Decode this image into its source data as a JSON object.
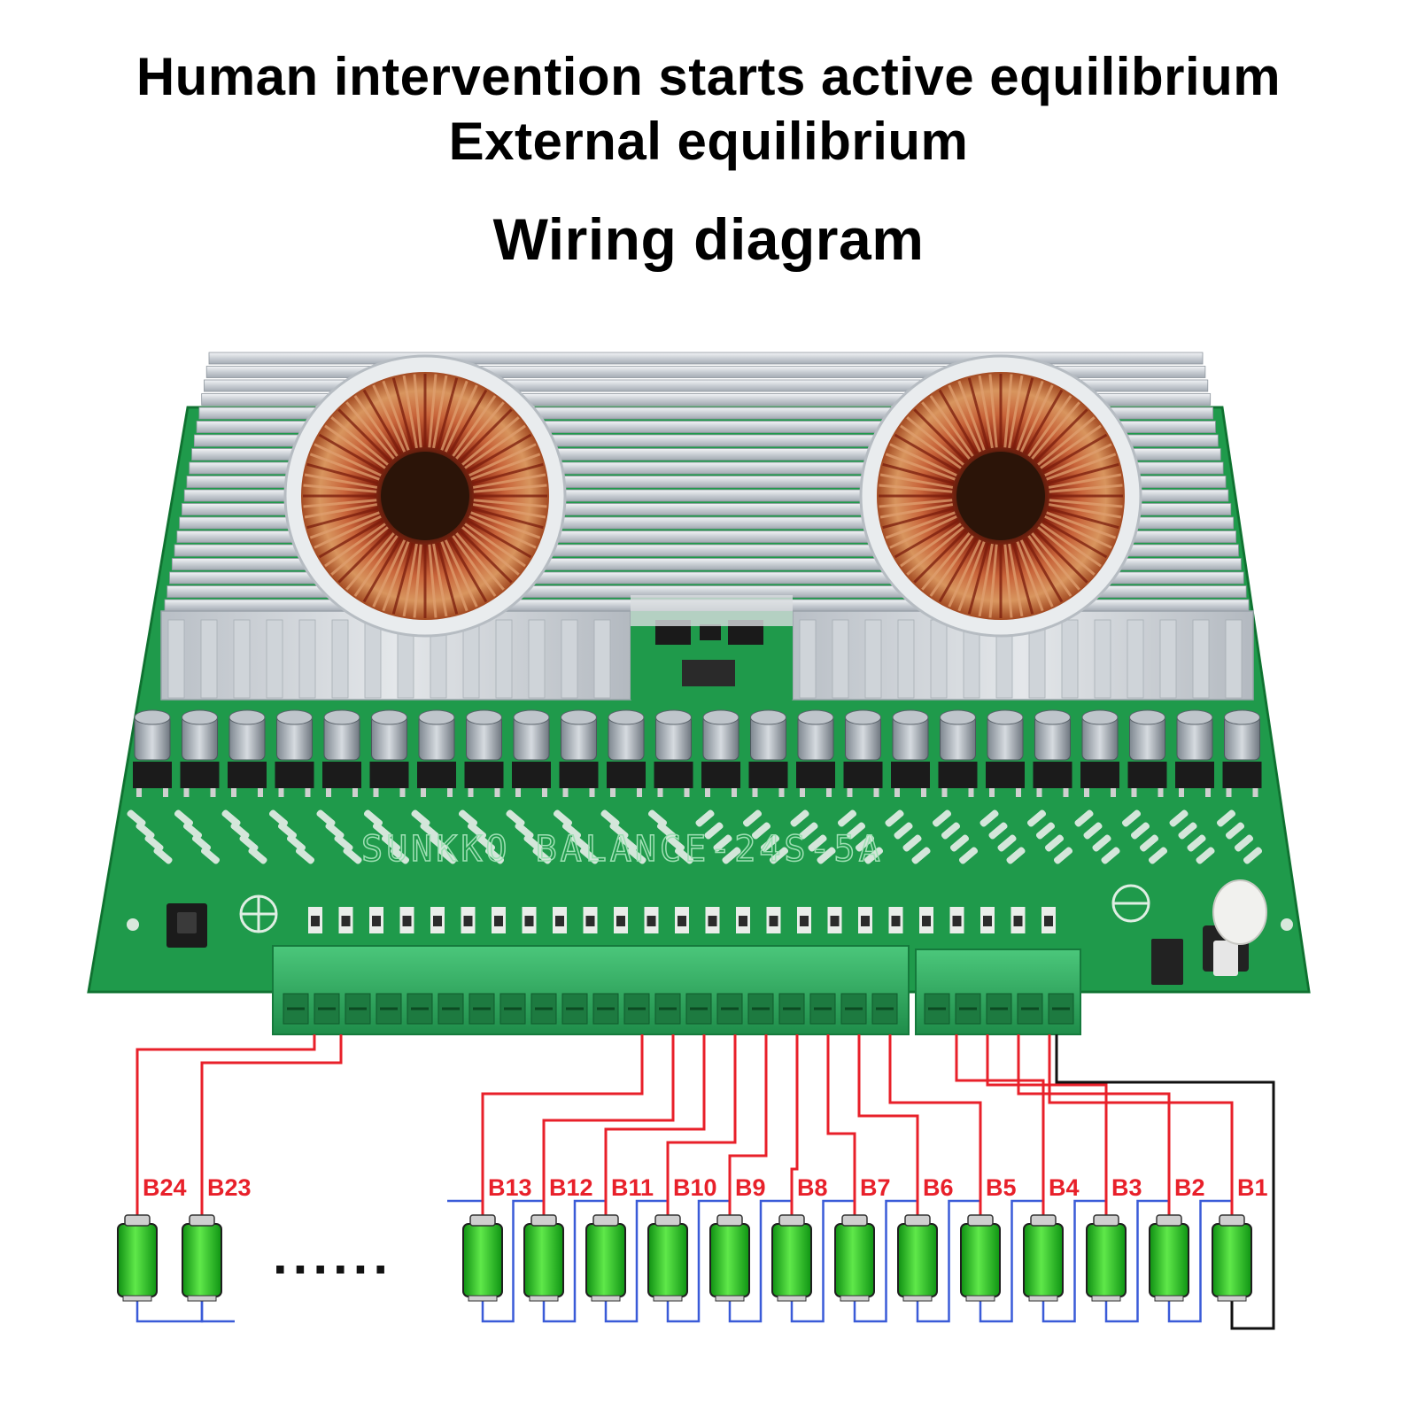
{
  "headings": {
    "line1": "Human intervention starts active equilibrium",
    "line2": "External equilibrium",
    "line3": "Wiring diagram"
  },
  "board": {
    "silkscreen": "SUNKKO BALANCE-24S-5A"
  },
  "batteries": {
    "labels": [
      "B24",
      "B23",
      "B13",
      "B12",
      "B11",
      "B10",
      "B9",
      "B8",
      "B7",
      "B6",
      "B5",
      "B4",
      "B3",
      "B2",
      "B1"
    ],
    "ellipsis": "......"
  },
  "colors": {
    "positive_wire": "#e8202a",
    "series_link": "#3a5bd8",
    "negative_wire": "#111111",
    "pcb": "#23a04e",
    "terminal": "#35b86a",
    "battery": "#22c31f"
  }
}
